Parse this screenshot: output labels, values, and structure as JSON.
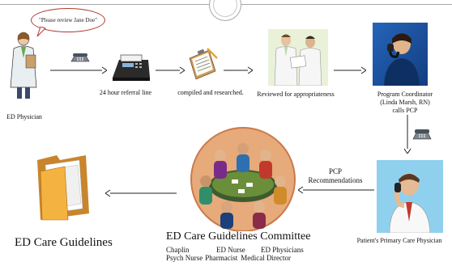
{
  "speech_bubble": {
    "text": "\"Please review Jane Doe\""
  },
  "nodes": {
    "ed_physician": {
      "label": "ED Physician"
    },
    "referral_line": {
      "label": "24 hour referral line"
    },
    "compiled": {
      "label": "compiled and researched."
    },
    "reviewed": {
      "label": "Reviewed for appropriateness"
    },
    "coordinator": {
      "line1": "Program Coordinator",
      "line2": "(Linda Marsh, RN)",
      "line3": "calls PCP"
    },
    "pcp": {
      "label": "Patient's Primary Care Physician"
    },
    "recommendations": {
      "line1": "PCP",
      "line2": "Recommendations"
    },
    "committee": {
      "title": "ED Care Guidelines Committee",
      "row1": [
        "Chaplin",
        "ED Nurse",
        "ED Physicians"
      ],
      "row2": [
        "Psych Nurse",
        "Pharmacist",
        "Medical Director"
      ]
    },
    "guidelines": {
      "label": "ED Care Guidelines"
    }
  },
  "icons": [
    "physician-icon",
    "phone-icon",
    "fax-icon",
    "clipboard-icon",
    "doctors-icon",
    "coordinator-on-phone-icon",
    "pcp-on-phone-icon",
    "committee-meeting-icon",
    "folder-icon"
  ]
}
